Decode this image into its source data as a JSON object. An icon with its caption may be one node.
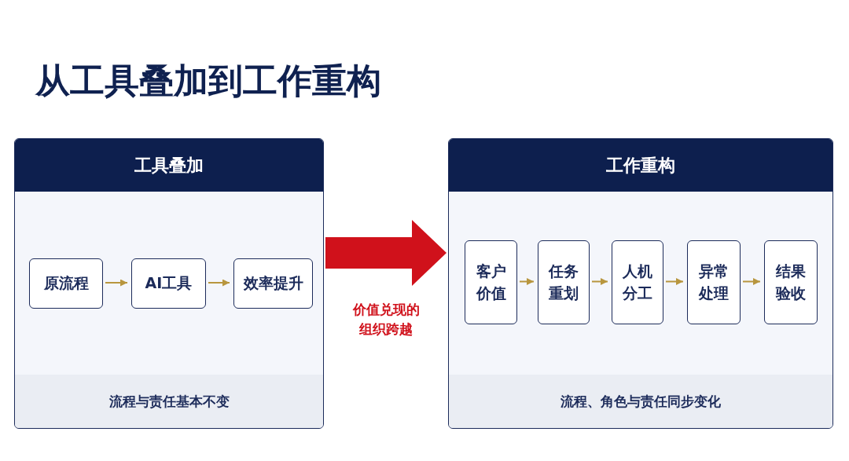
{
  "diagram": {
    "title": "从工具叠加到工作重构",
    "nodes": [
      {
        "text": [
          "工具叠加",
          "流程与责任基本不变"
        ]
      },
      {
        "text": [
          "原流程"
        ],
        "in": 0
      },
      {
        "text": [
          "AI工具"
        ],
        "in": 0
      },
      {
        "text": [
          "效率提升"
        ],
        "in": 0
      },
      {
        "text": [
          "工作重构",
          "流程、角色与责任同步变化"
        ]
      },
      {
        "text": [
          "客户价值"
        ],
        "in": 4
      },
      {
        "text": [
          "任务重划"
        ],
        "in": 4
      },
      {
        "text": [
          "人机分工"
        ],
        "in": 4
      },
      {
        "text": [
          "异常处理"
        ],
        "in": 4
      },
      {
        "text": [
          "结果验收"
        ],
        "in": 4
      }
    ],
    "edges": [
      {
        "from": 1,
        "to": 2,
        "arrow": "to"
      },
      {
        "from": 2,
        "to": 3,
        "arrow": "to"
      },
      {
        "from": 0,
        "to": 4,
        "arrow": "to",
        "label": "价值兑现的组织跨越",
        "style": "thick",
        "color": "#d0111b"
      },
      {
        "from": 5,
        "to": 6,
        "arrow": "to"
      },
      {
        "from": 6,
        "to": 7,
        "arrow": "to"
      },
      {
        "from": 7,
        "to": 8,
        "arrow": "to"
      },
      {
        "from": 8,
        "to": 9,
        "arrow": "to"
      }
    ]
  }
}
